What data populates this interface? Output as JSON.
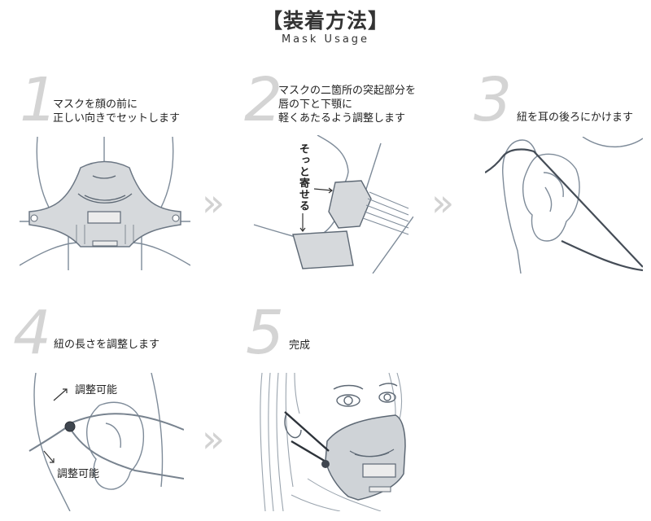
{
  "header": {
    "title": "【装着方法】",
    "subtitle": "Mask Usage"
  },
  "steps": [
    {
      "number": "1",
      "text": "マスクを顔の前に\n正しい向きでセットします"
    },
    {
      "number": "2",
      "text": "マスクの二箇所の突起部分を\n唇の下と下顎に\n軽くあたるよう調整します"
    },
    {
      "number": "3",
      "text": "紐を耳の後ろにかけます"
    },
    {
      "number": "4",
      "text": "紐の長さを調整します"
    },
    {
      "number": "5",
      "text": "完成"
    }
  ],
  "annotations": {
    "gently_place": "そっと寄せる",
    "adjustable_top": "調整可能",
    "adjustable_bottom": "調整可能"
  },
  "arrow_glyph": "»",
  "colors": {
    "mask_fill": "#d6d9dc",
    "line": "#7e8b99",
    "step_number": "#d4d4d4"
  }
}
